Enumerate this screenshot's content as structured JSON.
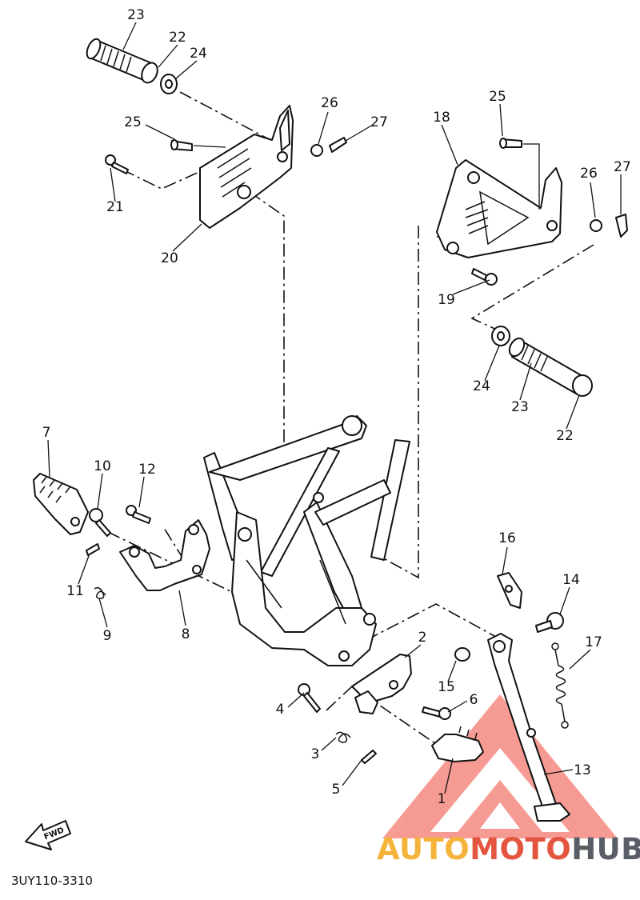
{
  "diagram": {
    "code": "3UY110-3310",
    "fwd_label": "FWD",
    "callouts": [
      {
        "id": "c23a",
        "text": "23"
      },
      {
        "id": "c22a",
        "text": "22"
      },
      {
        "id": "c24a",
        "text": "24"
      },
      {
        "id": "c26a",
        "text": "26"
      },
      {
        "id": "c27a",
        "text": "27"
      },
      {
        "id": "c25a",
        "text": "25"
      },
      {
        "id": "c21",
        "text": "21"
      },
      {
        "id": "c20",
        "text": "20"
      },
      {
        "id": "c18",
        "text": "18"
      },
      {
        "id": "c25b",
        "text": "25"
      },
      {
        "id": "c26b",
        "text": "26"
      },
      {
        "id": "c27b",
        "text": "27"
      },
      {
        "id": "c19",
        "text": "19"
      },
      {
        "id": "c24b",
        "text": "24"
      },
      {
        "id": "c23b",
        "text": "23"
      },
      {
        "id": "c22b",
        "text": "22"
      },
      {
        "id": "c7",
        "text": "7"
      },
      {
        "id": "c10",
        "text": "10"
      },
      {
        "id": "c12",
        "text": "12"
      },
      {
        "id": "c11",
        "text": "11"
      },
      {
        "id": "c9",
        "text": "9"
      },
      {
        "id": "c8",
        "text": "8"
      },
      {
        "id": "c16",
        "text": "16"
      },
      {
        "id": "c14",
        "text": "14"
      },
      {
        "id": "c17",
        "text": "17"
      },
      {
        "id": "c2",
        "text": "2"
      },
      {
        "id": "c15",
        "text": "15"
      },
      {
        "id": "c6",
        "text": "6"
      },
      {
        "id": "c4",
        "text": "4"
      },
      {
        "id": "c3",
        "text": "3"
      },
      {
        "id": "c5",
        "text": "5"
      },
      {
        "id": "c1",
        "text": "1"
      },
      {
        "id": "c13",
        "text": "13"
      }
    ]
  },
  "watermark": {
    "part1": "AUTO",
    "part2": "MOTO",
    "part3": "HUB",
    "color1": "#f4b33a",
    "color2": "#e4553f",
    "color3": "#585d66",
    "triangle_color": "#ee4a3c"
  }
}
